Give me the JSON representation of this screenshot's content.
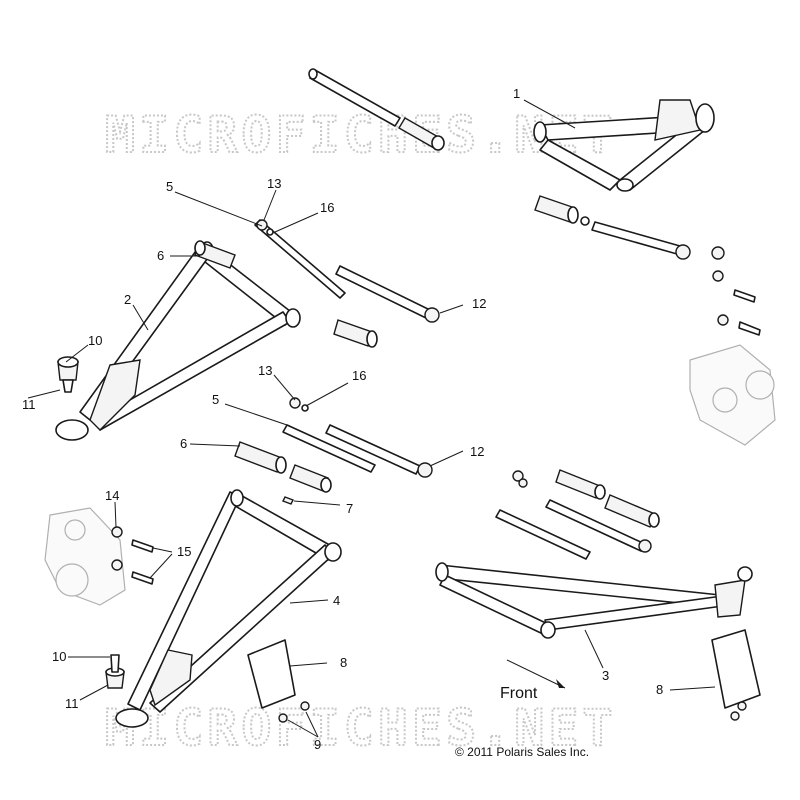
{
  "watermark": "MICROFICHES.NET",
  "copyright": "© 2011 Polaris Sales Inc.",
  "direction_label": "Front",
  "callouts": {
    "c1": "1",
    "c2": "2",
    "c3": "3",
    "c4": "4",
    "c5a": "5",
    "c5b": "5",
    "c6a": "6",
    "c6b": "6",
    "c7": "7",
    "c8a": "8",
    "c8b": "8",
    "c9": "9",
    "c10a": "10",
    "c10b": "10",
    "c11a": "11",
    "c11b": "11",
    "c12a": "12",
    "c12b": "12",
    "c13a": "13",
    "c13b": "13",
    "c14": "14",
    "c15": "15",
    "c16a": "16",
    "c16b": "16"
  }
}
